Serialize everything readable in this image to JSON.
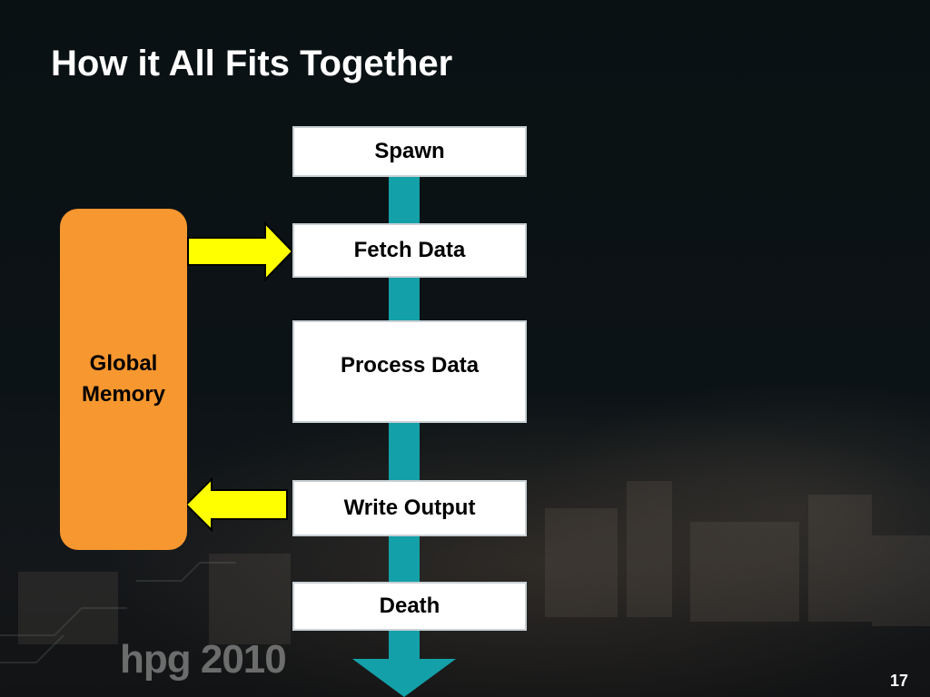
{
  "slide": {
    "title": "How it All Fits Together",
    "page_number": "17"
  },
  "diagram": {
    "stages": [
      {
        "label": "Spawn"
      },
      {
        "label": "Fetch Data"
      },
      {
        "label": "Process Data"
      },
      {
        "label": "Write Output"
      },
      {
        "label": "Death"
      }
    ],
    "memory_label_line1": "Global",
    "memory_label_line2": "Memory",
    "colors": {
      "flow_arrow": "#14a0a8",
      "memory": "#f7972f",
      "transfer_arrows": "#ffff00",
      "stage_box": "#ffffff"
    }
  },
  "logo": {
    "text": "hpg 2010"
  }
}
